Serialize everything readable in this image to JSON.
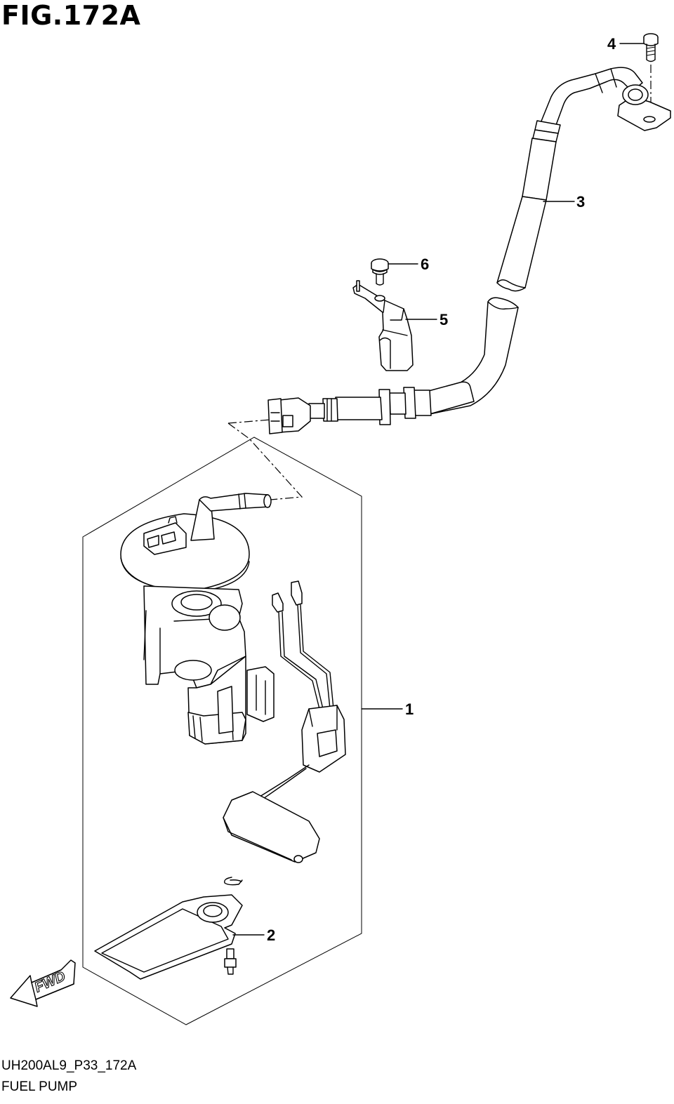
{
  "figure": {
    "title": "FIG.172A",
    "code": "UH200AL9_P33_172A",
    "name": "FUEL PUMP"
  },
  "callouts": [
    {
      "id": "1",
      "label": "1"
    },
    {
      "id": "2",
      "label": "2"
    },
    {
      "id": "3",
      "label": "3"
    },
    {
      "id": "4",
      "label": "4"
    },
    {
      "id": "5",
      "label": "5"
    },
    {
      "id": "6",
      "label": "6"
    }
  ],
  "direction_badge": {
    "label": "FWD"
  }
}
